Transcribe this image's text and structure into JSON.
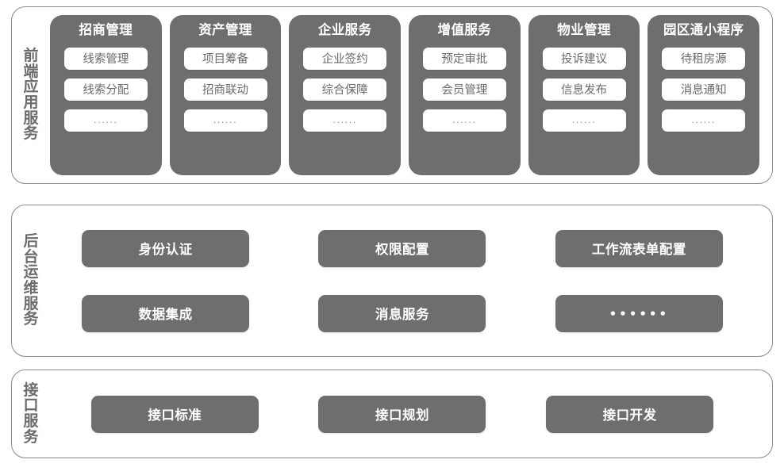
{
  "sections": [
    {
      "id": "frontend",
      "side_label": "前端应用服务",
      "cards": [
        {
          "title": "招商管理",
          "items": [
            "线索管理",
            "线索分配",
            "······"
          ]
        },
        {
          "title": "资产管理",
          "items": [
            "项目筹备",
            "招商联动",
            "······"
          ]
        },
        {
          "title": "企业服务",
          "items": [
            "企业签约",
            "综合保障",
            "······"
          ]
        },
        {
          "title": "增值服务",
          "items": [
            "预定审批",
            "会员管理",
            "······"
          ]
        },
        {
          "title": "物业管理",
          "items": [
            "投诉建议",
            "信息发布",
            "······"
          ]
        },
        {
          "title": "园区通小程序",
          "items": [
            "待租房源",
            "消息通知",
            "······"
          ]
        }
      ]
    },
    {
      "id": "backend",
      "side_label": "后台运维服务",
      "buttons": [
        "身份认证",
        "权限配置",
        "工作流表单配置",
        "数据集成",
        "消息服务",
        "••••••"
      ]
    },
    {
      "id": "api",
      "side_label": "接口服务",
      "buttons": [
        "接口标准",
        "接口规划",
        "接口开发"
      ]
    }
  ],
  "colors": {
    "card_gray": "#6e6e6e",
    "panel_border": "#8a8a8a",
    "pill_white": "#ffffff",
    "label_gray": "#6b6b6b",
    "pill_text": "#6a6a6a",
    "background": "#ffffff"
  }
}
